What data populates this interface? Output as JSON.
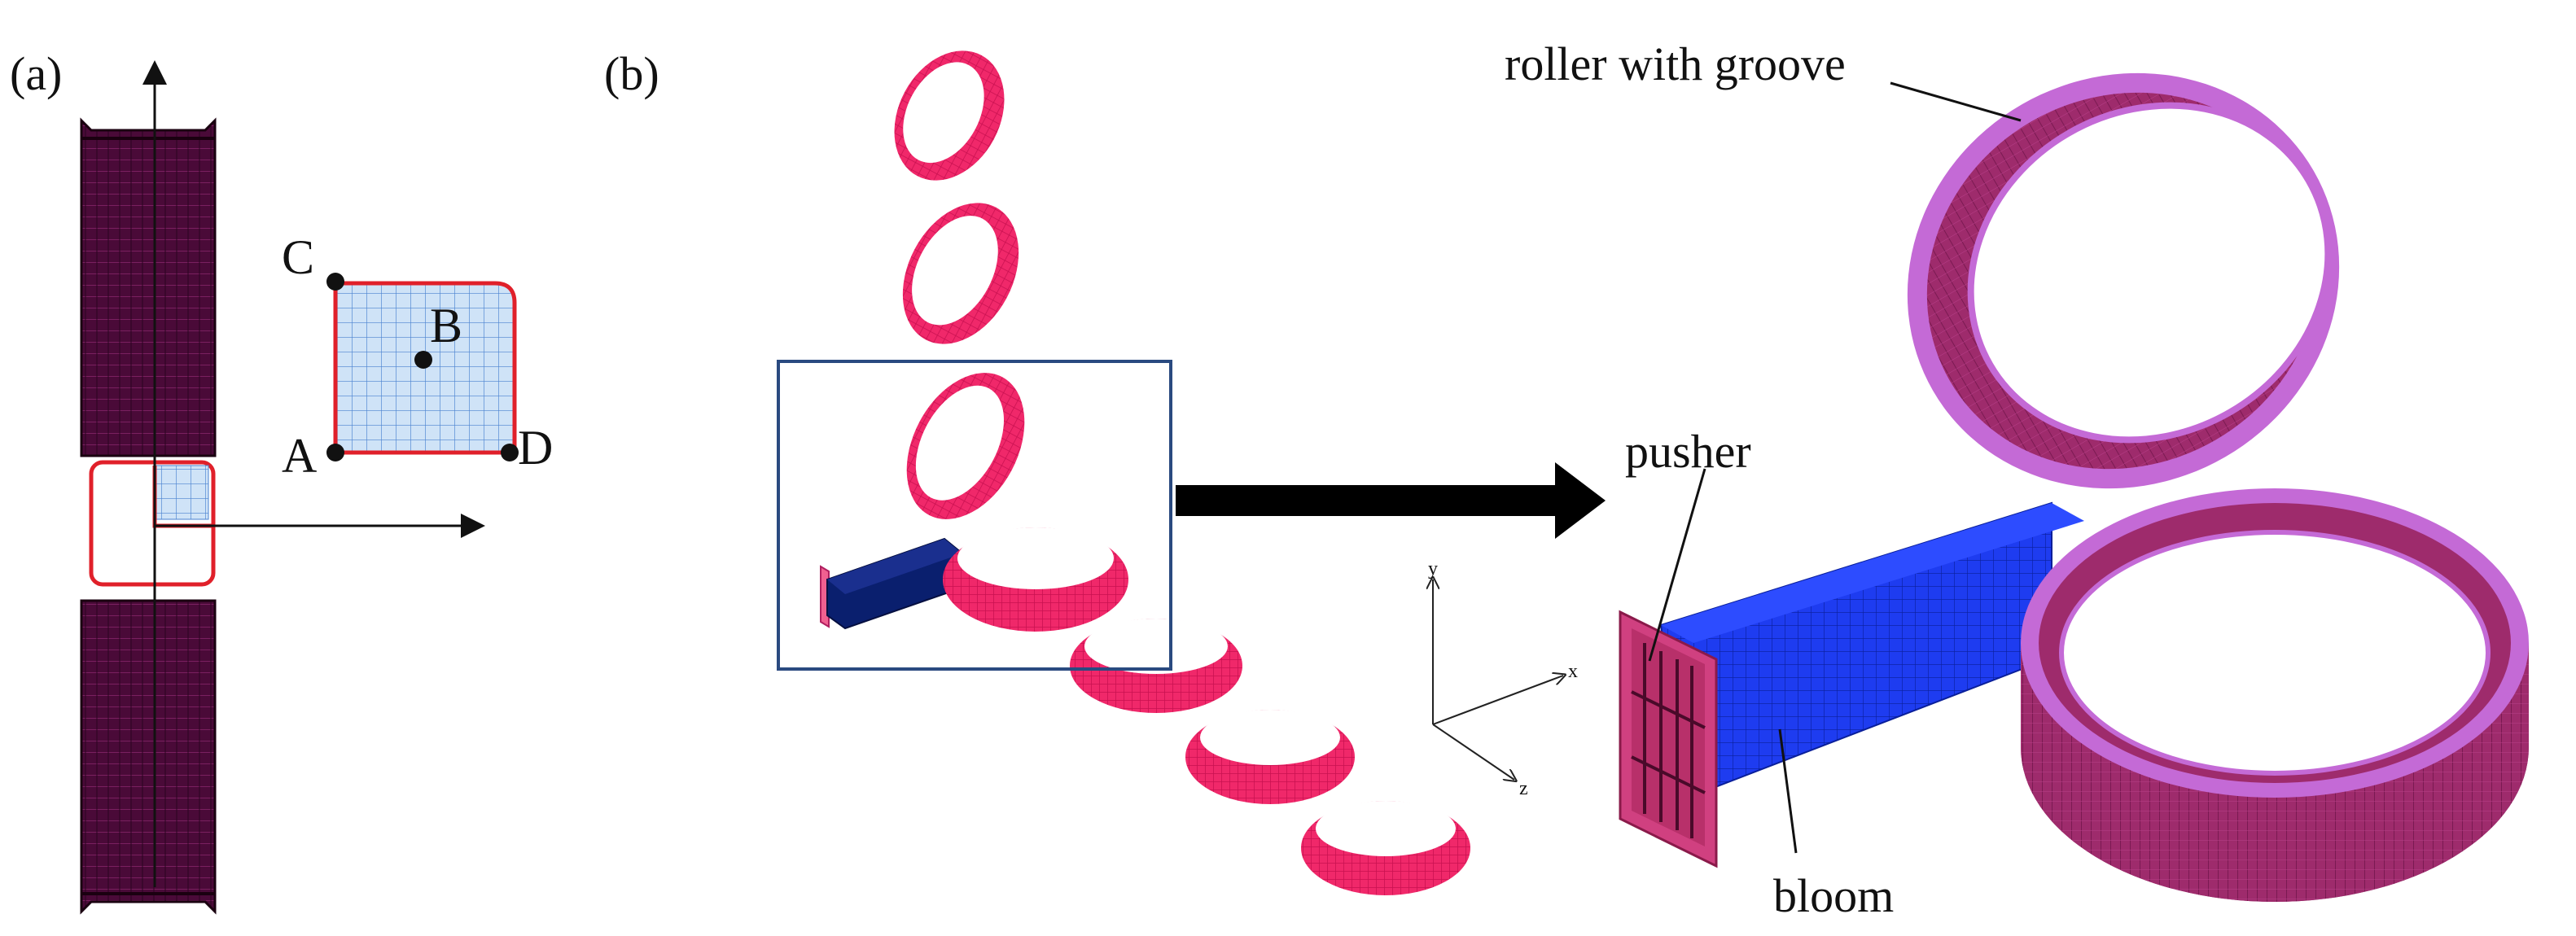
{
  "panels": {
    "a": {
      "label": "(a)"
    },
    "b": {
      "label": "(b)"
    }
  },
  "points": {
    "A": "A",
    "B": "B",
    "C": "C",
    "D": "D"
  },
  "axes": {
    "x": "x",
    "y": "y",
    "z": "z"
  },
  "annotations": {
    "roller": "roller with groove",
    "pusher": "pusher",
    "bloom": "bloom"
  },
  "colors": {
    "roller_dark": "#4a0a38",
    "roller_pink": "#f0286a",
    "roller_magenta": "#9e2b6c",
    "roller_rim": "#c46ad6",
    "bloom_blue": "#1e3cf0",
    "bloom_dark": "#0a1f6e",
    "mesh_fill": "#cfe3f7",
    "mesh_line": "#4a82d0",
    "outline_red": "#e0202a",
    "frame_blue": "#2a4a80"
  }
}
